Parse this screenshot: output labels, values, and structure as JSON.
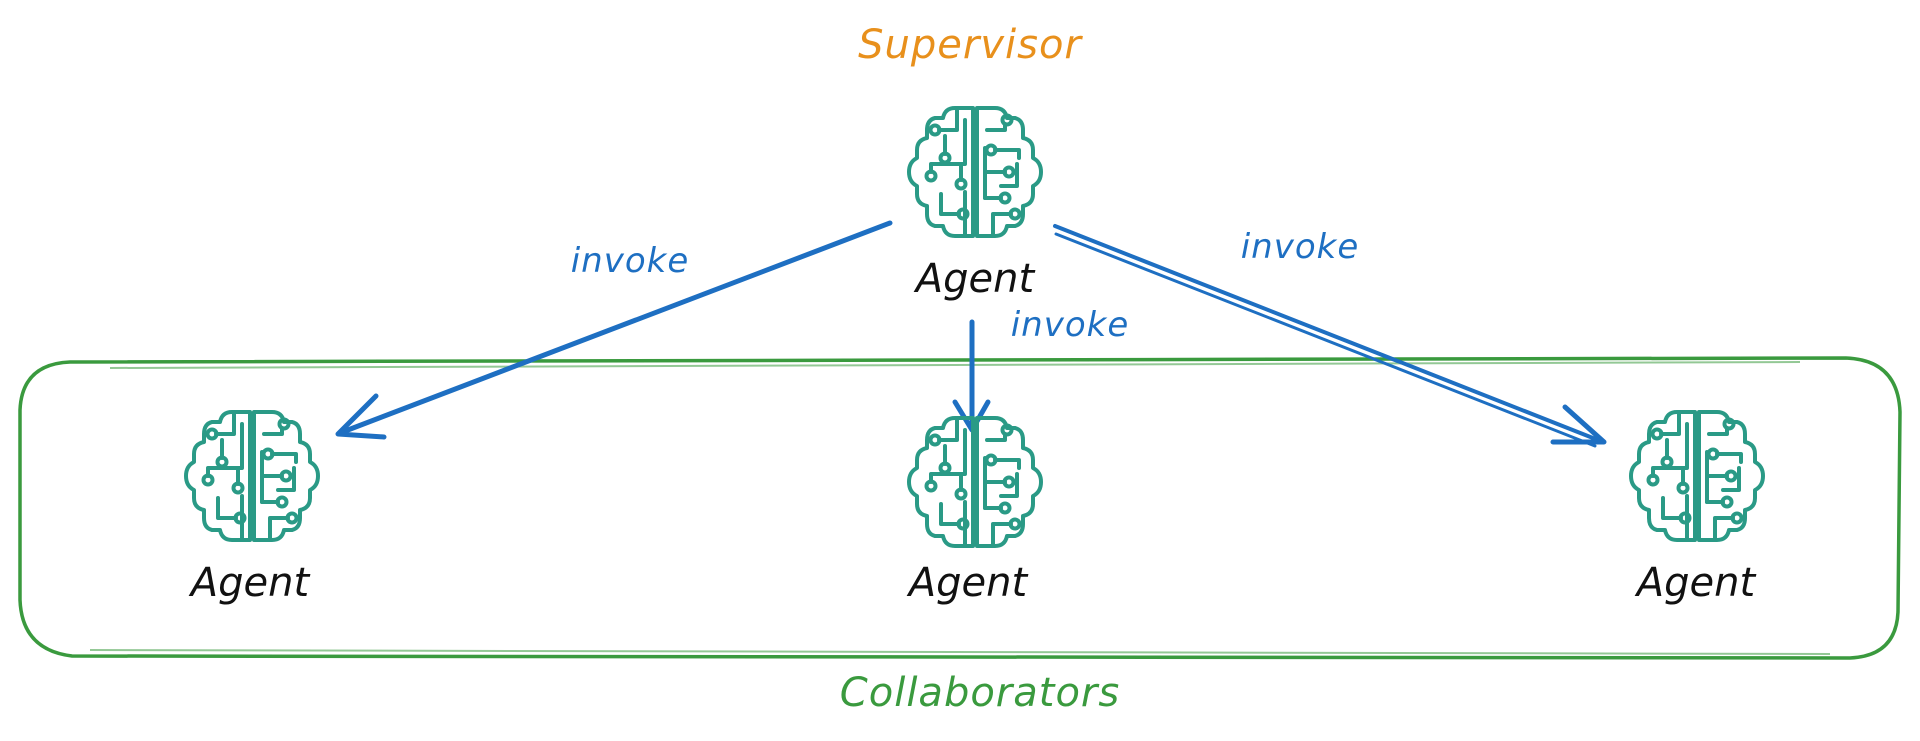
{
  "colors": {
    "supervisor_text": "#E8901C",
    "collaborators": "#3A9A3E",
    "arrow": "#1E6FC2",
    "brain_icon": "#2A9A86",
    "agent_text": "#111111"
  },
  "supervisor": {
    "title": "Supervisor",
    "agent_label": "Agent",
    "icon": "brain-circuit-icon"
  },
  "collaborators": {
    "title": "Collaborators",
    "agents": [
      {
        "label": "Agent",
        "icon": "brain-circuit-icon"
      },
      {
        "label": "Agent",
        "icon": "brain-circuit-icon"
      },
      {
        "label": "Agent",
        "icon": "brain-circuit-icon"
      }
    ]
  },
  "edges": [
    {
      "label": "invoke",
      "from": "Supervisor Agent",
      "to": "Collaborator Agent 1"
    },
    {
      "label": "invoke",
      "from": "Supervisor Agent",
      "to": "Collaborator Agent 2"
    },
    {
      "label": "invoke",
      "from": "Supervisor Agent",
      "to": "Collaborator Agent 3"
    }
  ]
}
